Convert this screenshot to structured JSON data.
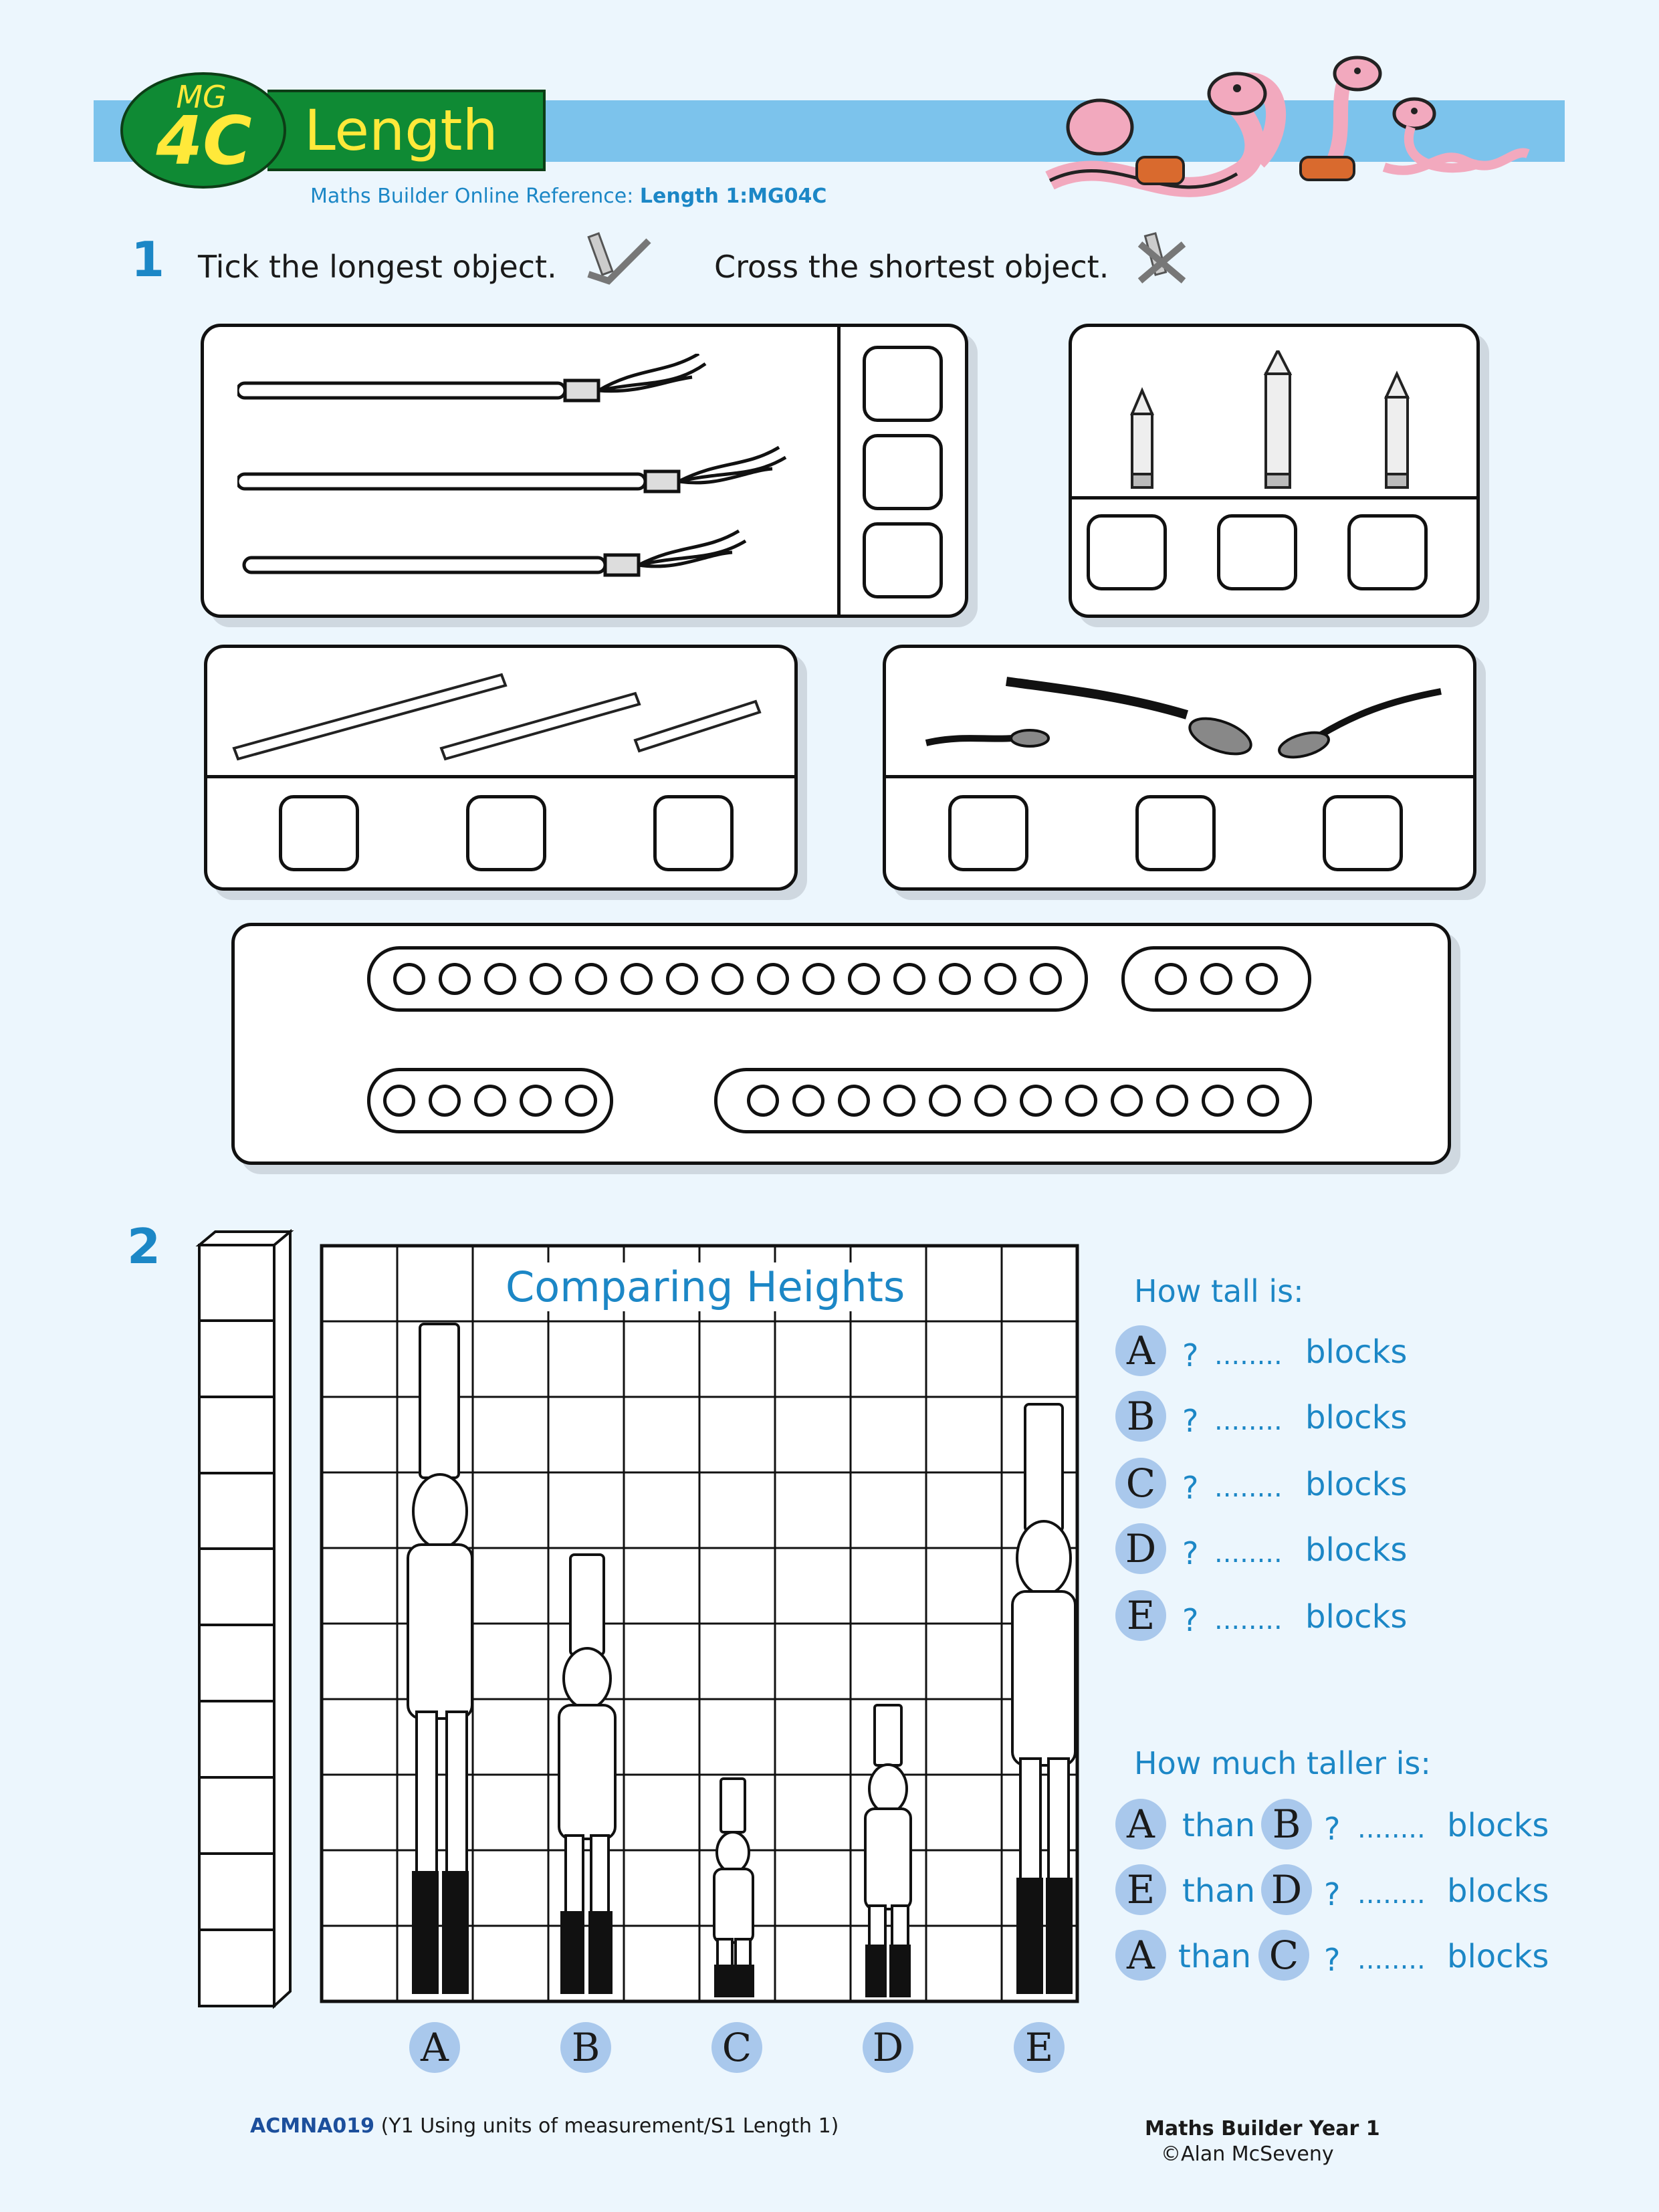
{
  "header": {
    "badge_top": "MG",
    "badge_code": "4C",
    "title": "Length",
    "reference_prefix": "Maths Builder Online Reference: ",
    "reference_value": "Length 1:MG04C"
  },
  "q1": {
    "number": "1",
    "tick_instruction": "Tick the longest object.",
    "cross_instruction": "Cross the shortest object."
  },
  "q2": {
    "number": "2",
    "grid_title": "Comparing Heights",
    "soldier_labels": [
      "A",
      "B",
      "C",
      "D",
      "E"
    ],
    "how_tall_heading": "How tall is:",
    "how_tall_rows": [
      {
        "letter": "A",
        "q": "?",
        "dots": "........",
        "unit": "blocks"
      },
      {
        "letter": "B",
        "q": "?",
        "dots": "........",
        "unit": "blocks"
      },
      {
        "letter": "C",
        "q": "?",
        "dots": "........",
        "unit": "blocks"
      },
      {
        "letter": "D",
        "q": "?",
        "dots": "........",
        "unit": "blocks"
      },
      {
        "letter": "E",
        "q": "?",
        "dots": "........",
        "unit": "blocks"
      }
    ],
    "taller_heading": "How much taller is:",
    "taller_rows": [
      {
        "a": "A",
        "than": "than",
        "b": "B",
        "q": "?",
        "dots": "........",
        "unit": "blocks"
      },
      {
        "a": "E",
        "than": "than",
        "b": "D",
        "q": "?",
        "dots": "........",
        "unit": "blocks"
      },
      {
        "a": "A",
        "than": "than",
        "b": "C",
        "q": "?",
        "dots": "........",
        "unit": "blocks"
      }
    ]
  },
  "footer": {
    "code": "ACMNA019",
    "desc": " (Y1 Using units of measurement/S1 Length 1)",
    "book": "Maths Builder Year 1",
    "copyright": "©Alan McSeveny"
  },
  "colors": {
    "accent": "#1c87c6",
    "banner": "#7cc3ec",
    "badge": "#0f8a34",
    "badge_text": "#ffe93a",
    "circle": "#a9c8ec"
  }
}
